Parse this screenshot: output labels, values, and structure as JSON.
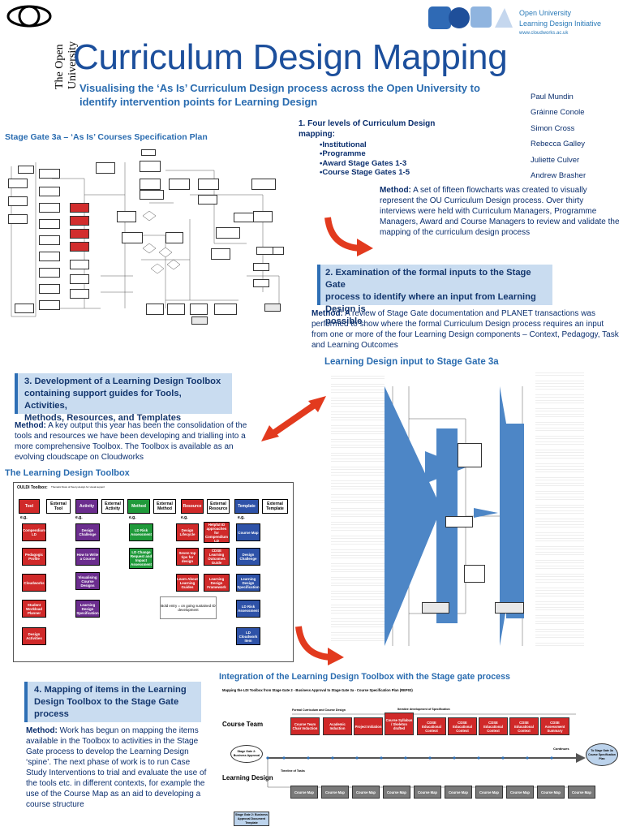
{
  "university": {
    "label": "The Open University"
  },
  "header": {
    "org_line1": "Open University",
    "org_line2": "Learning Design Initiative",
    "url": "www.cloudworks.ac.uk",
    "title": "Curriculum Design Mapping",
    "subtitle_line1": "Visualising the ‘As Is’ Curriculum Design process across the Open University to",
    "subtitle_line2": "identify intervention points for Learning Design"
  },
  "authors": [
    "Paul Mundin",
    "Gráinne Conole",
    "Simon Cross",
    "Rebecca Galley",
    "Juliette Culver",
    "Andrew Brasher"
  ],
  "stage_gate": {
    "title": "Stage Gate 3a – ‘As Is’ Courses Specification Plan"
  },
  "section1": {
    "heading_line1": "1. Four levels of Curriculum Design",
    "heading_line2": "mapping:",
    "bullets": [
      "•Institutional",
      "•Programme",
      "•Award Stage Gates 1-3",
      "•Course Stage Gates 1-5"
    ],
    "method_label": "Method:",
    "method_text": " A set of fifteen flowcharts was created to visually represent the OU Curriculum Design process. Over thirty interviews were held with Curriculum Managers, Programme Managers, Award and Course Managers to review and validate the mapping of the curriculum design process"
  },
  "section2": {
    "heading_line1": "2. Examination of the formal inputs to the Stage Gate",
    "heading_line2": "process to identify where an input from Learning Design is",
    "heading_line3": "possible",
    "method_label": "Method:",
    "method_text": " A review of Stage Gate documentation and PLANET transactions was performed to show where the formal Curriculum Design process requires an input from one or more of the four Learning Design components – Context, Pedagogy, Task and Learning Outcomes"
  },
  "ld_input": {
    "title": "Learning  Design input to Stage Gate 3a"
  },
  "section3": {
    "heading_line1": "3. Development of a Learning Design Toolbox",
    "heading_line2": "containing support guides for Tools, Activities,",
    "heading_line3": "Methods, Resources, and Templates",
    "method_label": "Method:",
    "method_text": " A key output this year has been the consolidation of the tools and resources we have been developing and trialling into a more comprehensive Toolbox. The Toolbox is available as an evolving cloudscape on Cloudworks"
  },
  "toolbox": {
    "title": "The Learning Design Toolbox",
    "label": "OULDI Toolbox:",
    "sublabel": "Thematic flows of theory-design for visual support",
    "headers": [
      "Tool",
      "External Tool",
      "Activity",
      "External Activity",
      "Method",
      "External Method",
      "Resource",
      "External Resource",
      "Template",
      "External Template"
    ],
    "eg": "e.g.",
    "col1": [
      "Compendium LD",
      "Pedagogic Profile",
      "Cloudworks",
      "Student Workload Planner",
      "Design Activities"
    ],
    "col2": [
      "Design Challenge",
      "How to Write a Course",
      "Visualising Course Designs",
      "Learning Design Specification"
    ],
    "col3": [
      "LD Risk Assessment",
      "LD Change Request and Impact Assessment"
    ],
    "col4": [
      "Design Lifecycle",
      "Seven top tips for design",
      "Learn About Learning Guides"
    ],
    "col5": [
      "Helpful ID approaches for Compendium LD",
      "CDSE Learning Outcomes Guide",
      "Learning Design Framework"
    ],
    "col6": [
      "Course Map",
      "Design Challenge",
      "Learning Design Specification",
      "LD Risk Assessment",
      "LD Cloudwork Item"
    ],
    "note": "Bold entry = on going sustained ID development"
  },
  "integration": {
    "title": "Integration of the Learning Design Toolbox with the Stage gate process"
  },
  "section4": {
    "heading_line1": "4. Mapping of items in the Learning",
    "heading_line2": "Design Toolbox to the Stage Gate",
    "heading_line3": "process",
    "method_label": "Method:",
    "method_text": " Work has begun on mapping the items available in the Toolbox to activities in the Stage Gate process to develop the Learning Design ‘spine’. The next phase of work is to run Case Study Interventions to trial and evaluate the use of the tools etc. in different contexts, for example the use of the Course Map as an aid to developing a course structure"
  },
  "mapping": {
    "subtitle": "Mapping the LDI Toolbox from Stage Gate 2 - Business Approval to Stage Gate 3a - Course Specification Plan (REP03)",
    "course_team": "Course Team",
    "learning_design": "Learning Design",
    "top_steps": [
      "Course Team Chair Induction",
      "Academic Induction",
      "Project Initiation",
      "Course Syllabus / Skeleton drafted",
      "CDSE Educational Context",
      "CDSE Educational Context",
      "CDSE Educational Context",
      "CDSE Educational Context",
      "CDSE Assessment Summary"
    ],
    "course_map": "Course Map",
    "sg_start": "Stage Gate 2: Business Approval",
    "sg_end": "To Stage Gate 3a Course Specification Plan",
    "sg_doc": "Stage Gate 2: Business Approval Document Template",
    "continues": "Continues",
    "formal": "Formal Curriculum and Course Design",
    "iterative": "Iterative development of Specification",
    "timeline": "Timeline of Tasks"
  }
}
